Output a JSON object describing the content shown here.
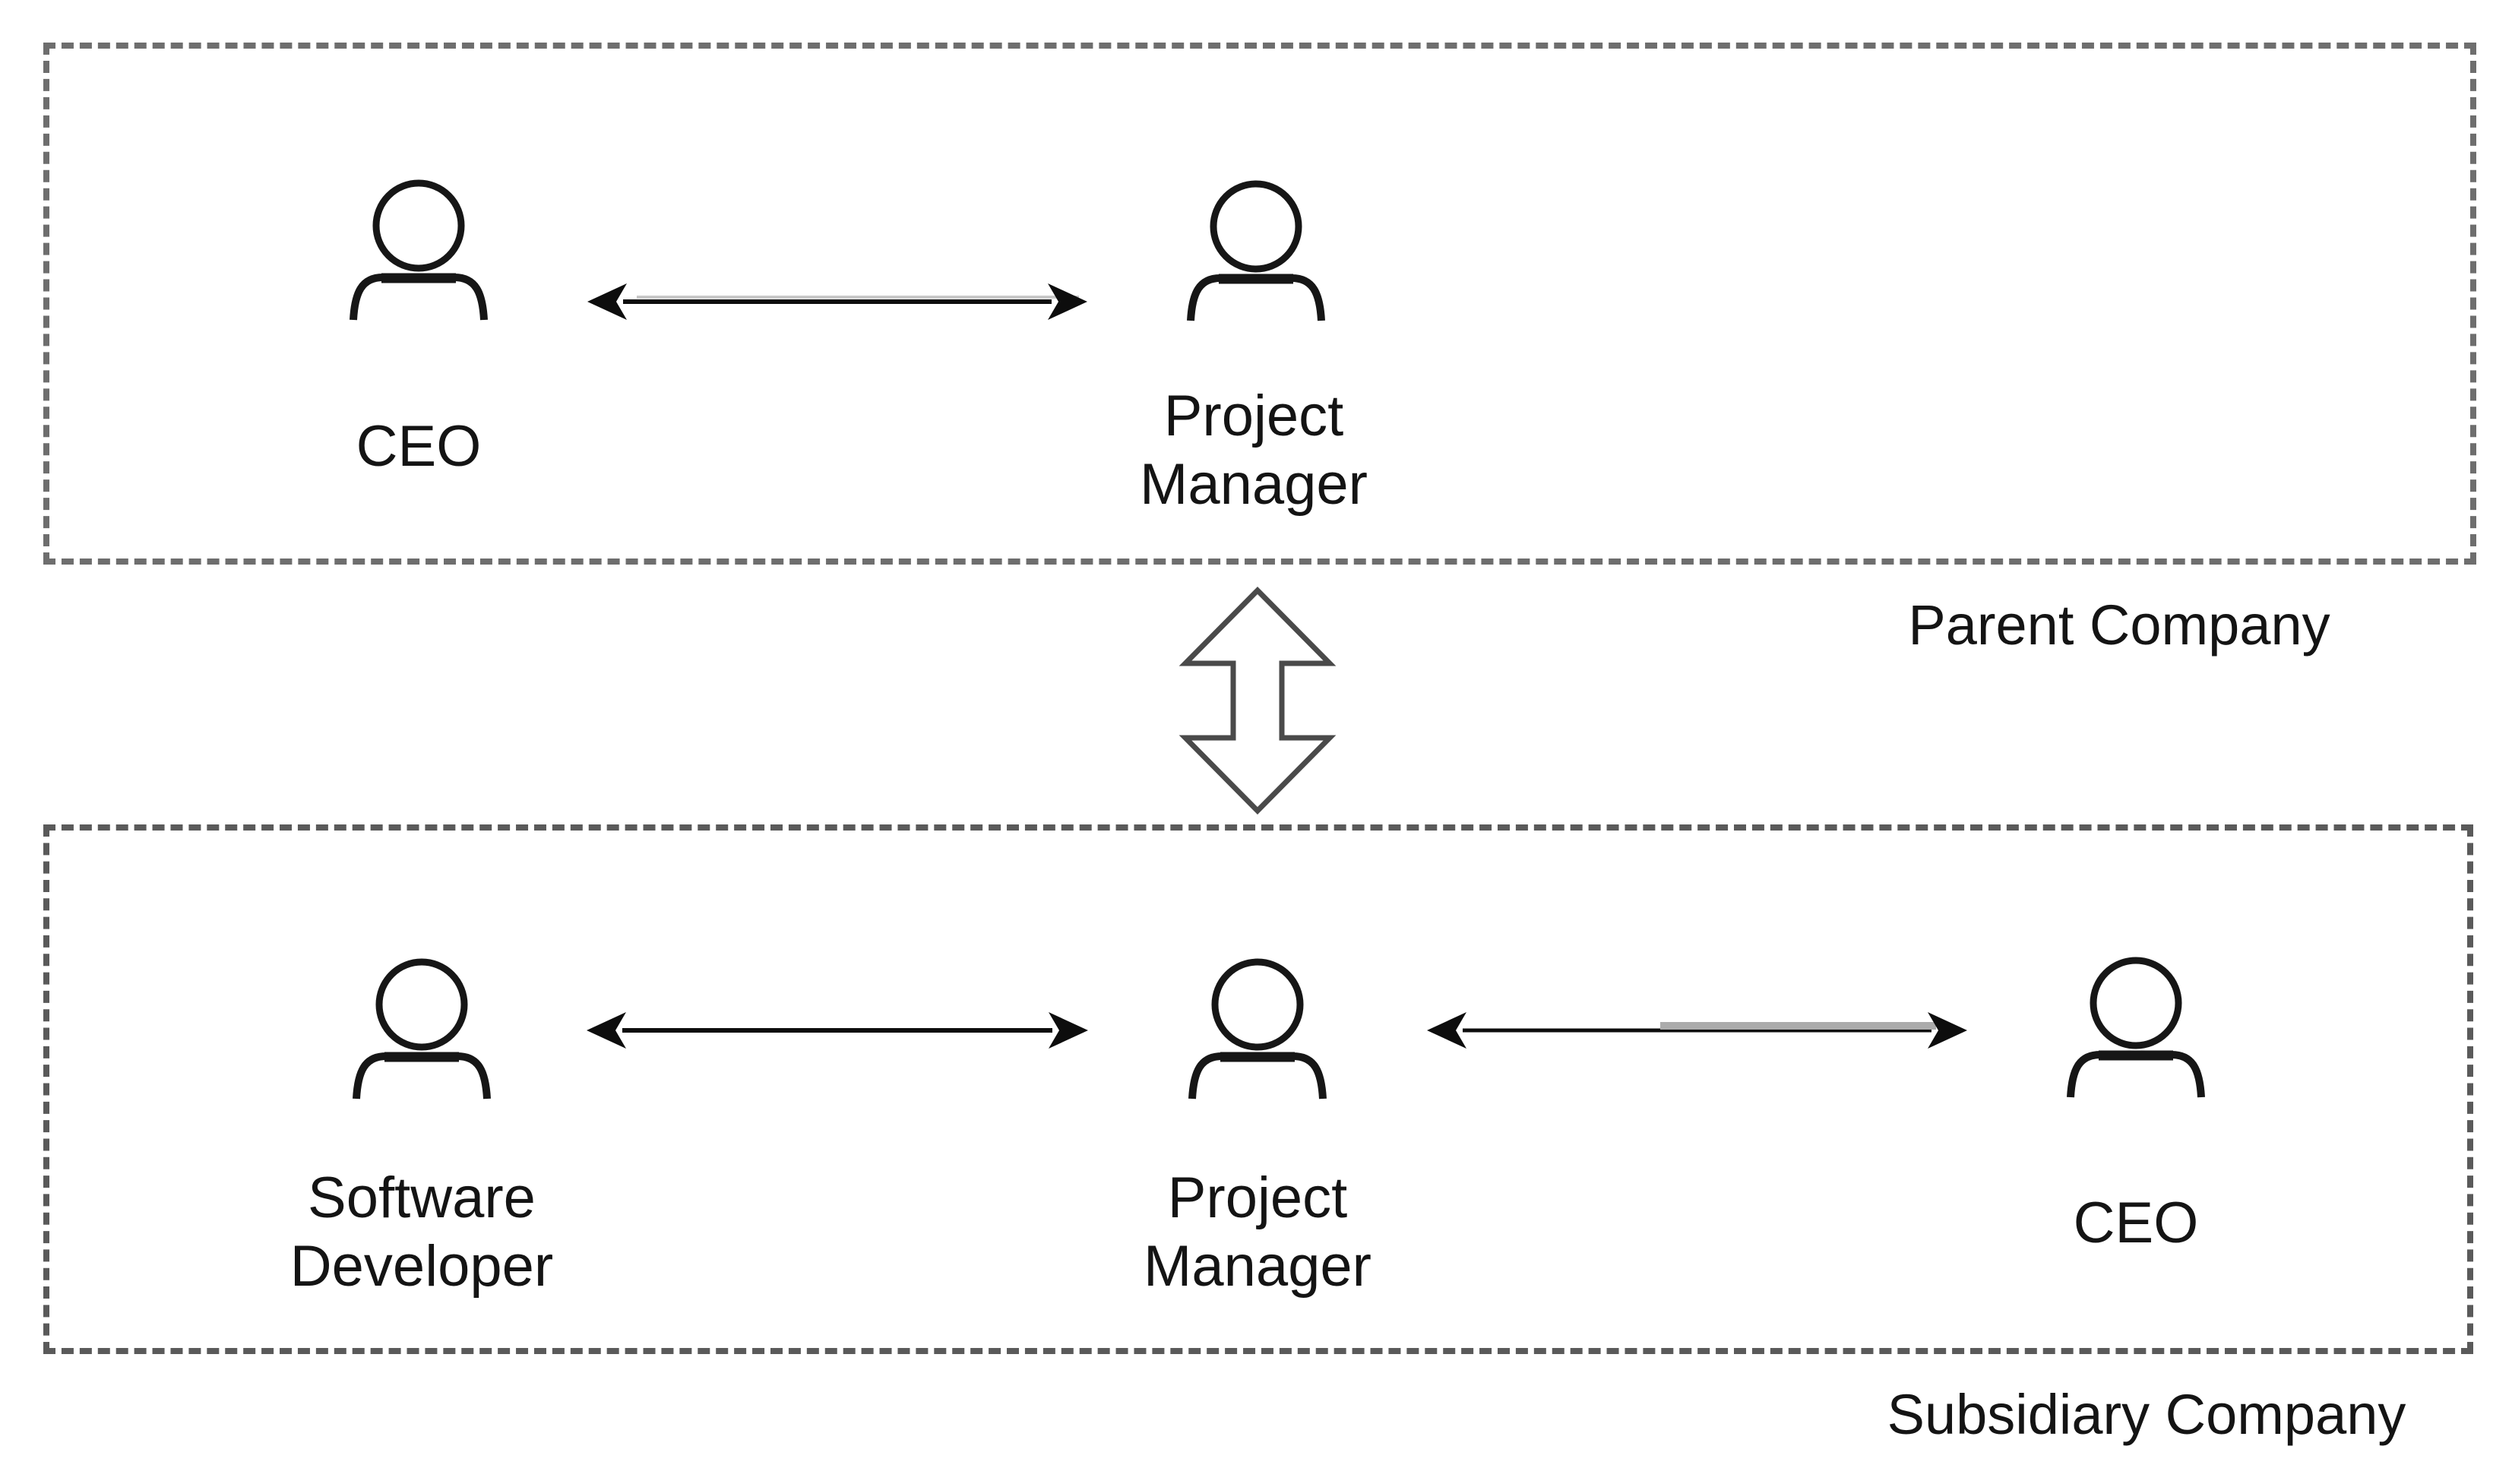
{
  "parent_box": {
    "label": "Parent Company",
    "members": [
      {
        "role": "CEO"
      },
      {
        "role": "Project\nManager"
      }
    ]
  },
  "subsidiary_box": {
    "label": "Subsidiary Company",
    "members": [
      {
        "role": "Software\nDeveloper"
      },
      {
        "role": "Project\nManager"
      },
      {
        "role": "CEO"
      }
    ]
  },
  "connections": [
    {
      "from": "CEO",
      "to": "Project Manager",
      "box": "Parent Company",
      "type": "double-headed-arrow"
    },
    {
      "from": "Parent Company",
      "to": "Subsidiary Company",
      "box": null,
      "type": "hollow-double-block-arrow"
    },
    {
      "from": "Software Developer",
      "to": "Project Manager",
      "box": "Subsidiary Company",
      "type": "double-headed-arrow"
    },
    {
      "from": "Project Manager",
      "to": "CEO",
      "box": "Subsidiary Company",
      "type": "double-headed-arrow"
    }
  ],
  "icons": [
    {
      "name": "user-icon",
      "meaning": "person / role"
    }
  ],
  "colors": {
    "background": "#ffffff",
    "box_border": "#6e6e6e",
    "line": "#111111",
    "text": "#141414",
    "block_arrow_outline": "#4a4a4a"
  }
}
